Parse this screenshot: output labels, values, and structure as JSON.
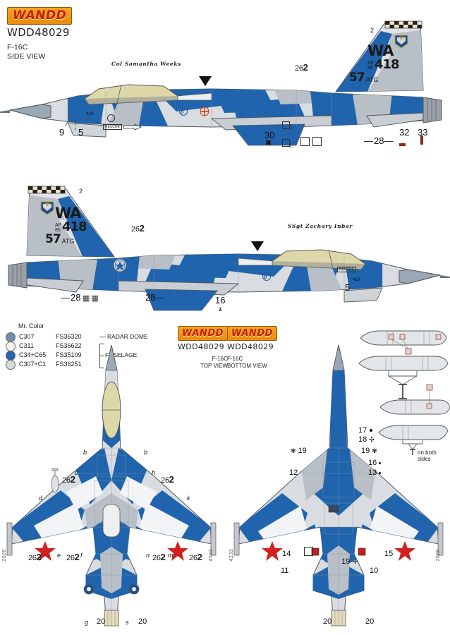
{
  "sheet": {
    "brand": "WANDD",
    "product_code": "WDD48029",
    "aircraft": "F-16C",
    "view_side": "SIDE VIEW",
    "view_top": "TOP VIEW",
    "view_bottom": "BOTTOM VIEW"
  },
  "markings": {
    "tail_code": "WA",
    "serial_prefix": "AF",
    "serial_year": "85",
    "serial_number": "418",
    "unit": "57 ATG",
    "nose_number": "418",
    "pilot_left": "Col Samantha Weeks",
    "pilot_right": "SSgt Zachary Inbar",
    "rescue": "RESCUE",
    "stencil_262": "262"
  },
  "legend": {
    "title": "Mr. Color",
    "rows": [
      {
        "code": "C307",
        "fs": "FS36320",
        "part": "RADAR DOME",
        "color": "#6d8fab"
      },
      {
        "code": "C311",
        "fs": "FS36622",
        "part": "",
        "color": "#f2f2ee"
      },
      {
        "code": "C34+C65",
        "fs": "FS35109",
        "part": "FUSELAGE",
        "color": "#1f64ad"
      },
      {
        "code": "C307+C1",
        "fs": "FS36251",
        "part": "",
        "color": "#d7dadd"
      }
    ],
    "brace_label": "FUSELAGE"
  },
  "callouts": {
    "side_left": [
      "9",
      "5"
    ],
    "side_right": [
      "30",
      "28",
      "32",
      "33"
    ],
    "side2_left": [
      "28",
      "28"
    ],
    "side2_mid": [
      "262",
      "16"
    ],
    "side2_right": [
      "5"
    ],
    "top_letters_upper": [
      "b",
      "b",
      "c",
      "h"
    ],
    "top_letters_mid": [
      "d",
      "k"
    ],
    "top_letters_lower": [
      "e",
      "f",
      "n",
      "m"
    ],
    "top_letters_bottom": [
      "g",
      "s"
    ],
    "top_262": [
      "262",
      "262",
      "262",
      "262",
      "262",
      "262"
    ],
    "top_20": [
      "20",
      "20"
    ],
    "top_edge_codes": [
      "2020",
      "4233"
    ],
    "bottom_edge_codes": [
      "4233",
      "2020"
    ],
    "bottom_numbers": [
      "17",
      "18",
      "19",
      "19",
      "16",
      "13",
      "12",
      "14",
      "11",
      "10",
      "15",
      "19"
    ],
    "bottom_20": [
      "20",
      "20"
    ],
    "tank_note": "on both sides"
  },
  "colors": {
    "blue": "#1f64ad",
    "light_grey": "#d9dde1",
    "mid_grey": "#b9bfc6",
    "white": "#f3f4f5",
    "canopy": "#ded8a8",
    "red": "#c42020",
    "dark_red": "#8e2b1c",
    "outline": "#55595e"
  }
}
